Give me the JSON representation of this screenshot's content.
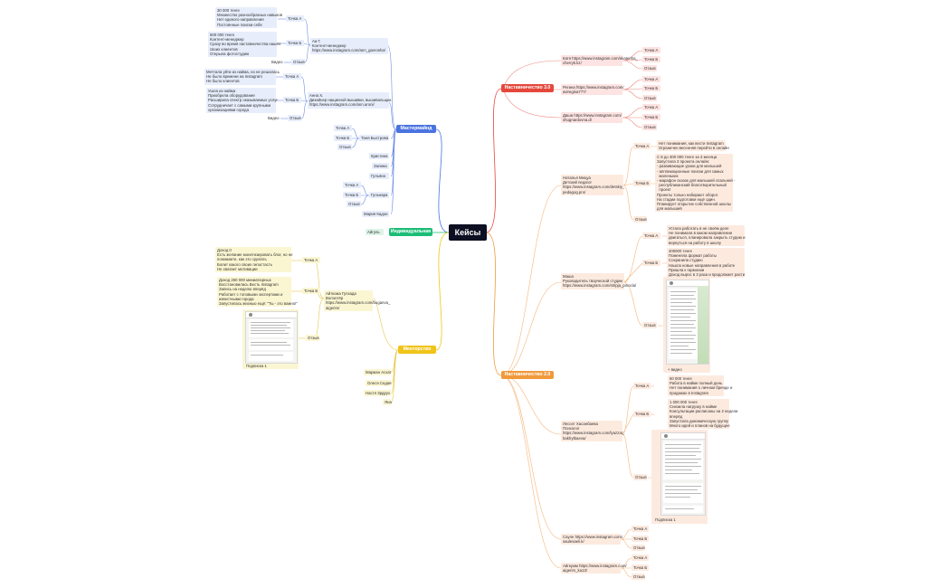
{
  "root": {
    "label": "Кейсы"
  },
  "colors": {
    "root": "#0d0f22",
    "mastermind": "#4a73e0",
    "mentoring": "#f0c419",
    "nastav3": "#e5473b",
    "nastav2": "#f09a3c",
    "individual": "#1bbd76"
  },
  "branches": {
    "mastermind": "Мастермайнд",
    "individual": "Индивидуальная",
    "mentoring": "Менторство",
    "nastav3": "Наставничество 3.0",
    "nastav2": "Наставничество 2.0"
  },
  "individual_leaf": "Айгуль",
  "mastermind": {
    "ai": {
      "text": "Аи Г.\nКонтент-менеджер\nhttps://www.instagram.com/ann_gavrosha/",
      "pointA_label": "Точка А",
      "pointA_text": "30 000 тенге\nМножество разнообразных навыков\nНет единого направления\nПостоянные поиски себя",
      "pointB_label": "Точка Б",
      "pointB_text": "500 000 тенге\nКонтент-менеджер\nСразу во время наставничества нашёл\nсвоих клиентов\nОткрыла фотостудию",
      "review_label": "Отзыв",
      "video": "Видео"
    },
    "anna": {
      "text": "Анна Х.\nДизайнер нащинной вышивки, вышивальщик\nhttps://www.instagram.com/ann.aroni/",
      "pointA_label": "Точка А",
      "pointA_text": "Мечтала уйти из найма, но не решалась\nНе было времени на Instagram\nНе было клиентов",
      "pointB_label": "Точка Б",
      "pointB_text": "Ушла из найма\nПриобрела оборудование\nРасширила спектр оказываемых услуг\nСотрудничает с самыми крупными\nорганизациями города",
      "review_label": "Отзыв",
      "video": "Видео"
    },
    "tanya": {
      "label": "Таня Быстрова",
      "a": "Точка А",
      "b": "Точка Б",
      "review": "Отзыв"
    },
    "kristina": "Кристина",
    "zalina": "Залина",
    "gulyana": "Гульяна",
    "gulnara": {
      "label": "Гульнара",
      "a": "Точка А",
      "b": "Точка Б",
      "review": "Отзыв"
    },
    "maria": "Мария Кадон"
  },
  "mentoring": {
    "aitkozha": {
      "text": "Айткожа Гулзада\nВолонтёр\nhttps://www.instagram.com/bugaeva_\naigerim/",
      "pointA_label": "Точка А",
      "pointA_text": "Доход 0\nЕсть желание монетизировать блог, но не\nпонимаете, как это сделать\nБолит какого своих гипостасть\nНе хватает мотивации",
      "pointB_label": "Точка Б",
      "pointB_text": "Доход 250 000 миниатюрных\nВосстановилась Beсть Instagram\nЗапись на неделю вперёд\nРаботает с топовыми экспертами и\nизвестными города\nЗапустилась жизнью ещё: \"Ты - это важно!\"",
      "review_label": "Отзыв",
      "caption": "Подписка 1"
    },
    "leaves": [
      "Маржан Асхат",
      "Олеся Седая",
      "Настя Зрдрух",
      "Яна"
    ]
  },
  "nastav3": {
    "kate": {
      "text": "Катя https://www.instagram.com/ekaterina_\ncherryk.kz/",
      "a": "Точка А",
      "b": "Точка Б",
      "review": "Отзыв"
    },
    "regina": {
      "text": "Регина https://www.instagram.com/\naviregina777/",
      "a": "Точка А",
      "b": "Точка Б",
      "review": "Отзыв"
    },
    "dasha": {
      "text": "Даша https://www.instagram.com/\nshugnardovna.d/",
      "a": "Точка А",
      "b": "Точка Б",
      "review": "Отзыв"
    }
  },
  "nastav2": {
    "natalia": {
      "text": "Наталья Мицуа\nДетский педагог\nhttps://www.instagram.com/detskiy_\npedagog.pro/",
      "pointA_label": "Точка А",
      "pointA_text": "Нет понимания, как вести Instagram\nОграничен весенняя перейти в онлайн",
      "pointB_label": "Точка Б",
      "pointB_text": "С 8 до 300 000 тенге за 3 месяца\nЗапустила 3 проекта онлайн:\n- развивающие уроки для малышей\n- аппликационные поиски для самых\n  маленьких\n- марафон сказок для малышей спальней -\n  республиканский благотворительный\n  проект\nПроекты только набирают оборот.\nНа стадии подготовки ещё один.\nПланирует открытие собственной школы\nдля малышей",
      "review_label": "Отзыв"
    },
    "masha": {
      "text": "Маша\nРуководитель творческой студии\nhttps://www.instagram.com/stripja_pinocla/",
      "pointA_label": "Точка А",
      "pointA_text": "Устала работать в не своём деле\nНе понимала в каком направлении\nдвигаться, планировала закрыть студию и\nвернуться на работу в школу",
      "pointB_label": "Точка Б",
      "pointB_text": "400000 тенге\nПоменяла формат работы\nСохранила студию\nНашла новые направления в работе\nПришла к гармонии\nДоход вырос в 3 раза и продолжает расти",
      "review_label": "Отзыв",
      "video": "+ видео"
    },
    "lesset": {
      "text": "Лессет Хасанбаева\nПсихолог\nhttps://www.instagram.com/lyazzat_\nbakhytbaeva/",
      "pointA_label": "Точка А",
      "pointA_text": "60 000 тенге\nРабота в найме полный день\nНет понимания о личном бренде и\nпродажах в Instagram",
      "pointB_label": "Точка Б",
      "pointB_text": "1 000 000 тенге\nСнизила нагрузку в найме\nКонсультации расписаны на 2 недели\nвперёд\nЗапустила динамическую группу\nМного идей и планов на будущее",
      "review_label": "Отзыв",
      "caption": "Подписка 1"
    },
    "saule": {
      "text": "Сауле https://www.instagram.com/\nsaulesaeli.k/",
      "a": "Точка А",
      "b": "Точка Б",
      "review": "Отзыв"
    },
    "aigerim": {
      "text": "Айгерим https://www.instagram.com/\naigerim_ka13/",
      "a": "Точка А",
      "b": "Точка Б",
      "review": "Отзыв"
    }
  }
}
